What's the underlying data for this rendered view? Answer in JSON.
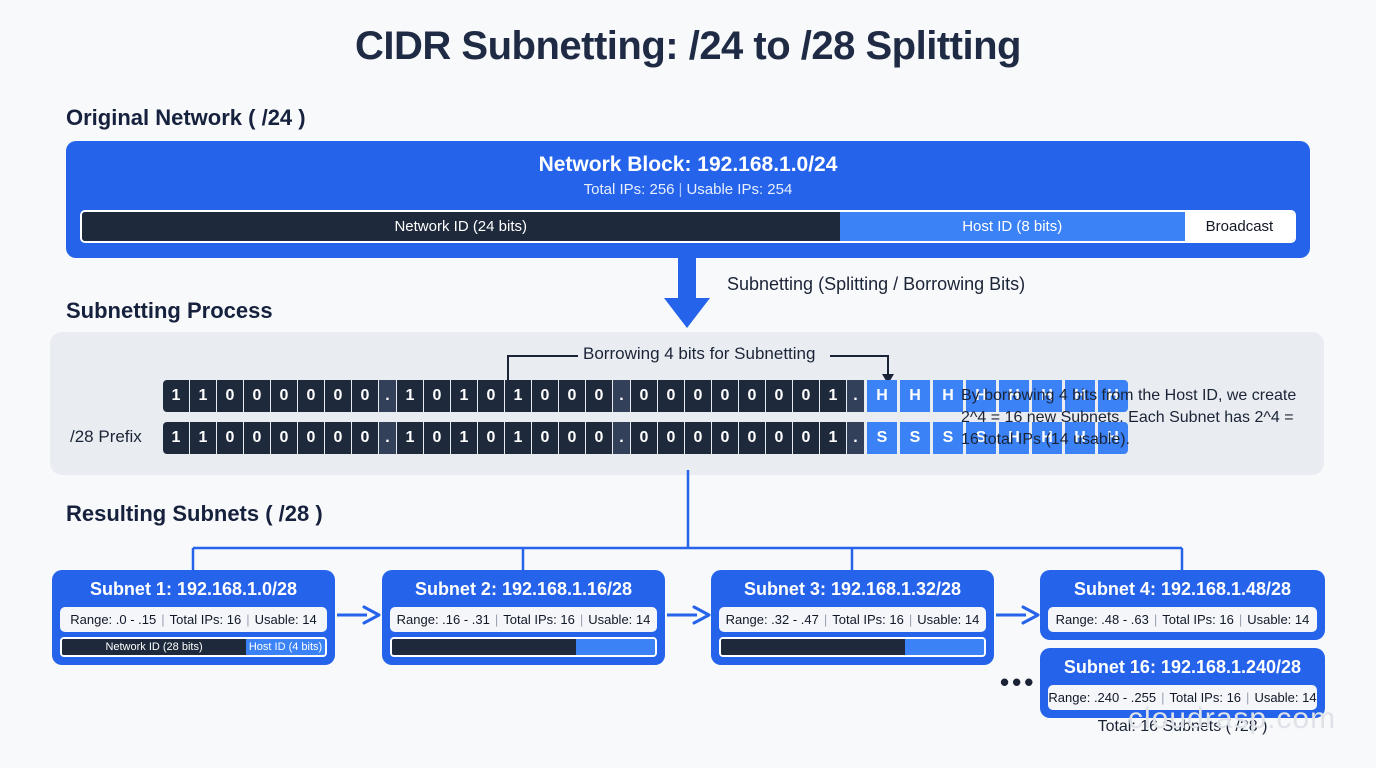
{
  "page": {
    "title": "CIDR Subnetting: /24 to /28 Splitting",
    "watermark": "cloudrasp.com",
    "accent_blue": "#2563eb",
    "light_blue": "#3b82f6",
    "dark_navy": "#1e293b",
    "panel_bg": "#e9edf2",
    "page_bg": "#f8f9fb"
  },
  "original": {
    "heading": "Original Network ( /24 )",
    "block_title": "Network Block: 192.168.1.0/24",
    "total_ips_label": "Total IPs: 256",
    "separator": "|",
    "usable_ips_label": "Usable IPs: 254",
    "segments": [
      {
        "label": "Network ID (24 bits)",
        "kind": "network",
        "width_pct": 62.5
      },
      {
        "label": "Host ID (8 bits)",
        "kind": "host",
        "width_pct": 28.5
      },
      {
        "label": "Broadcast",
        "kind": "broadcast",
        "width_pct": 9.0
      }
    ]
  },
  "transition": {
    "arrow_label": "Subnetting (Splitting / Borrowing Bits)"
  },
  "process": {
    "heading": "Subnetting Process",
    "borrow_note": "Borrowing 4 bits for Subnetting",
    "prefix_label": "/28 Prefix",
    "row1": {
      "bits": [
        "1",
        "1",
        "0",
        "0",
        "0",
        "0",
        "0",
        "0",
        ".",
        "1",
        "0",
        "1",
        "0",
        "1",
        "0",
        "0",
        "0",
        ".",
        "0",
        "0",
        "0",
        "0",
        "0",
        "0",
        "0",
        "1",
        "."
      ],
      "tail": [
        "H",
        "H",
        "H",
        "H",
        "H",
        "H",
        "H",
        "H"
      ]
    },
    "row2": {
      "bits": [
        "1",
        "1",
        "0",
        "0",
        "0",
        "0",
        "0",
        "0",
        ".",
        "1",
        "0",
        "1",
        "0",
        "1",
        "0",
        "0",
        "0",
        ".",
        "0",
        "0",
        "0",
        "0",
        "0",
        "0",
        "0",
        "1",
        "."
      ],
      "tail": [
        "S",
        "S",
        "S",
        "S",
        "H",
        "H",
        "H",
        "H"
      ]
    },
    "explanation": "By borrowing 4 bits from the Host ID, we create 2^4 = 16 new Subnets. Each Subnet has 2^4 = 16 total IPs (14 usable)."
  },
  "results": {
    "heading": "Resulting Subnets ( /28 )",
    "ellipsis": "•••",
    "total_note": "Total: 16 Subnets ( /28 )",
    "cards": [
      {
        "title": "Subnet 1: 192.168.1.0/28",
        "range": "Range: .0 - .15",
        "total": "Total IPs: 16",
        "usable": "Usable: 14",
        "bits_net_label": "Network ID (28 bits)",
        "bits_host_label": "Host ID (4 bits)",
        "has_bits": true
      },
      {
        "title": "Subnet 2: 192.168.1.16/28",
        "range": "Range: .16 - .31",
        "total": "Total IPs: 16",
        "usable": "Usable: 14",
        "bits_net_label": "",
        "bits_host_label": "",
        "has_bits": true
      },
      {
        "title": "Subnet 3: 192.168.1.32/28",
        "range": "Range: .32 - .47",
        "total": "Total IPs: 16",
        "usable": "Usable: 14",
        "bits_net_label": "",
        "bits_host_label": "",
        "has_bits": true
      },
      {
        "title": "Subnet 4: 192.168.1.48/28",
        "range": "Range: .48 - .63",
        "total": "Total IPs: 16",
        "usable": "Usable: 14",
        "bits_net_label": "",
        "bits_host_label": "",
        "has_bits": false
      },
      {
        "title": "Subnet 16: 192.168.1.240/28",
        "range": "Range: .240 - .255",
        "total": "Total IPs: 16",
        "usable": "Usable: 14",
        "bits_net_label": "",
        "bits_host_label": "",
        "has_bits": false
      }
    ]
  }
}
